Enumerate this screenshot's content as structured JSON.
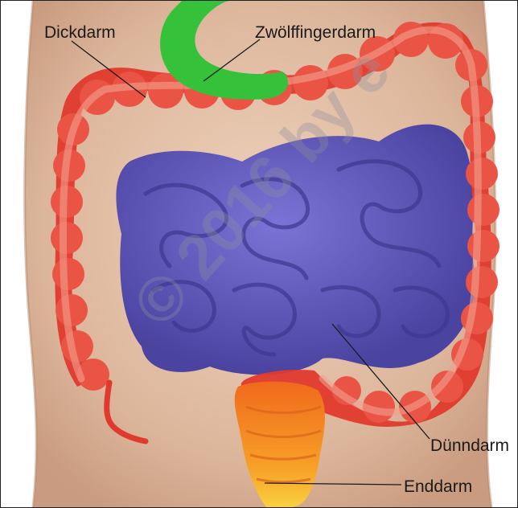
{
  "labels": {
    "dickdarm": "Dickdarm",
    "zwoelffingerdarm": "Zwölffingerdarm",
    "duenndarm": "Dünndarm",
    "enddarm": "Enddarm"
  },
  "watermark": "© 2016 by e",
  "colors": {
    "skin": "#e2bfa6",
    "dickdarm": "#e23a2e",
    "zwoelffingerdarm": "#35c23a",
    "duenndarm": "#5c55b8",
    "enddarm": "#f28a1e"
  }
}
